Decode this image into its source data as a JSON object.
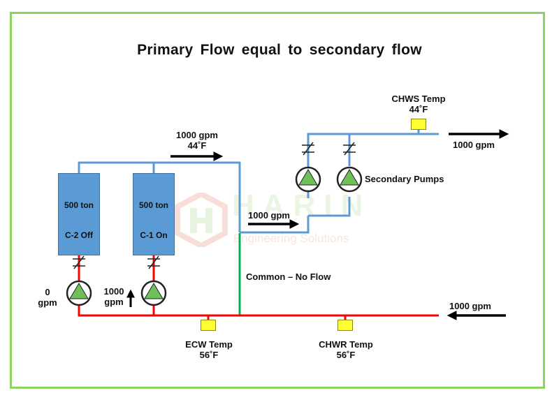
{
  "title": "Primary  Flow  equal to  secondary  flow",
  "chillers": [
    {
      "capacity": "500 ton",
      "name": "C-2 Off"
    },
    {
      "capacity": "500 ton",
      "name": "C-1 On"
    }
  ],
  "pumps": {
    "c2_flow": "0\ngpm",
    "c1_flow": "1000\ngpm",
    "secondary_label": "Secondary Pumps"
  },
  "flows": {
    "supply_top": "1000 gpm\n44˚F",
    "into_secondary": "1000 gpm",
    "out_right": "1000 gpm",
    "return_right": "1000 gpm",
    "common": "Common – No Flow"
  },
  "sensors": {
    "chws": {
      "name": "CHWS Temp",
      "value": "44˚F"
    },
    "ecw": {
      "name": "ECW Temp",
      "value": "56˚F"
    },
    "chwr": {
      "name": "CHWR Temp",
      "value": "56˚F"
    }
  },
  "watermark": {
    "name": "HARIN",
    "tagline": "Engineering Solutions"
  },
  "colors": {
    "supply": "#5b9bd5",
    "return": "#ff0000",
    "common": "#00b050",
    "pump_triangle": "#70c05a",
    "border": "#8dd35f"
  }
}
